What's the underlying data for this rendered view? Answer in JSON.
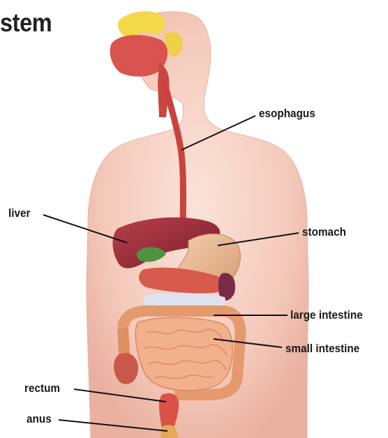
{
  "title": "stem",
  "labels": {
    "esophagus": "esophagus",
    "liver": "liver",
    "stomach": "stomach",
    "large_intestine": "large intestine",
    "small_intestine": "small intestine",
    "rectum": "rectum",
    "anus": "anus"
  },
  "colors": {
    "skin": "#f6cfc2",
    "organ_red": "#d24a45",
    "liver": "#9a2f3a",
    "gallbladder": "#3f8a3a",
    "intestine": "#f0a882",
    "large_intestine": "#e59a6e",
    "nasal_bone": "#f3d84a"
  }
}
